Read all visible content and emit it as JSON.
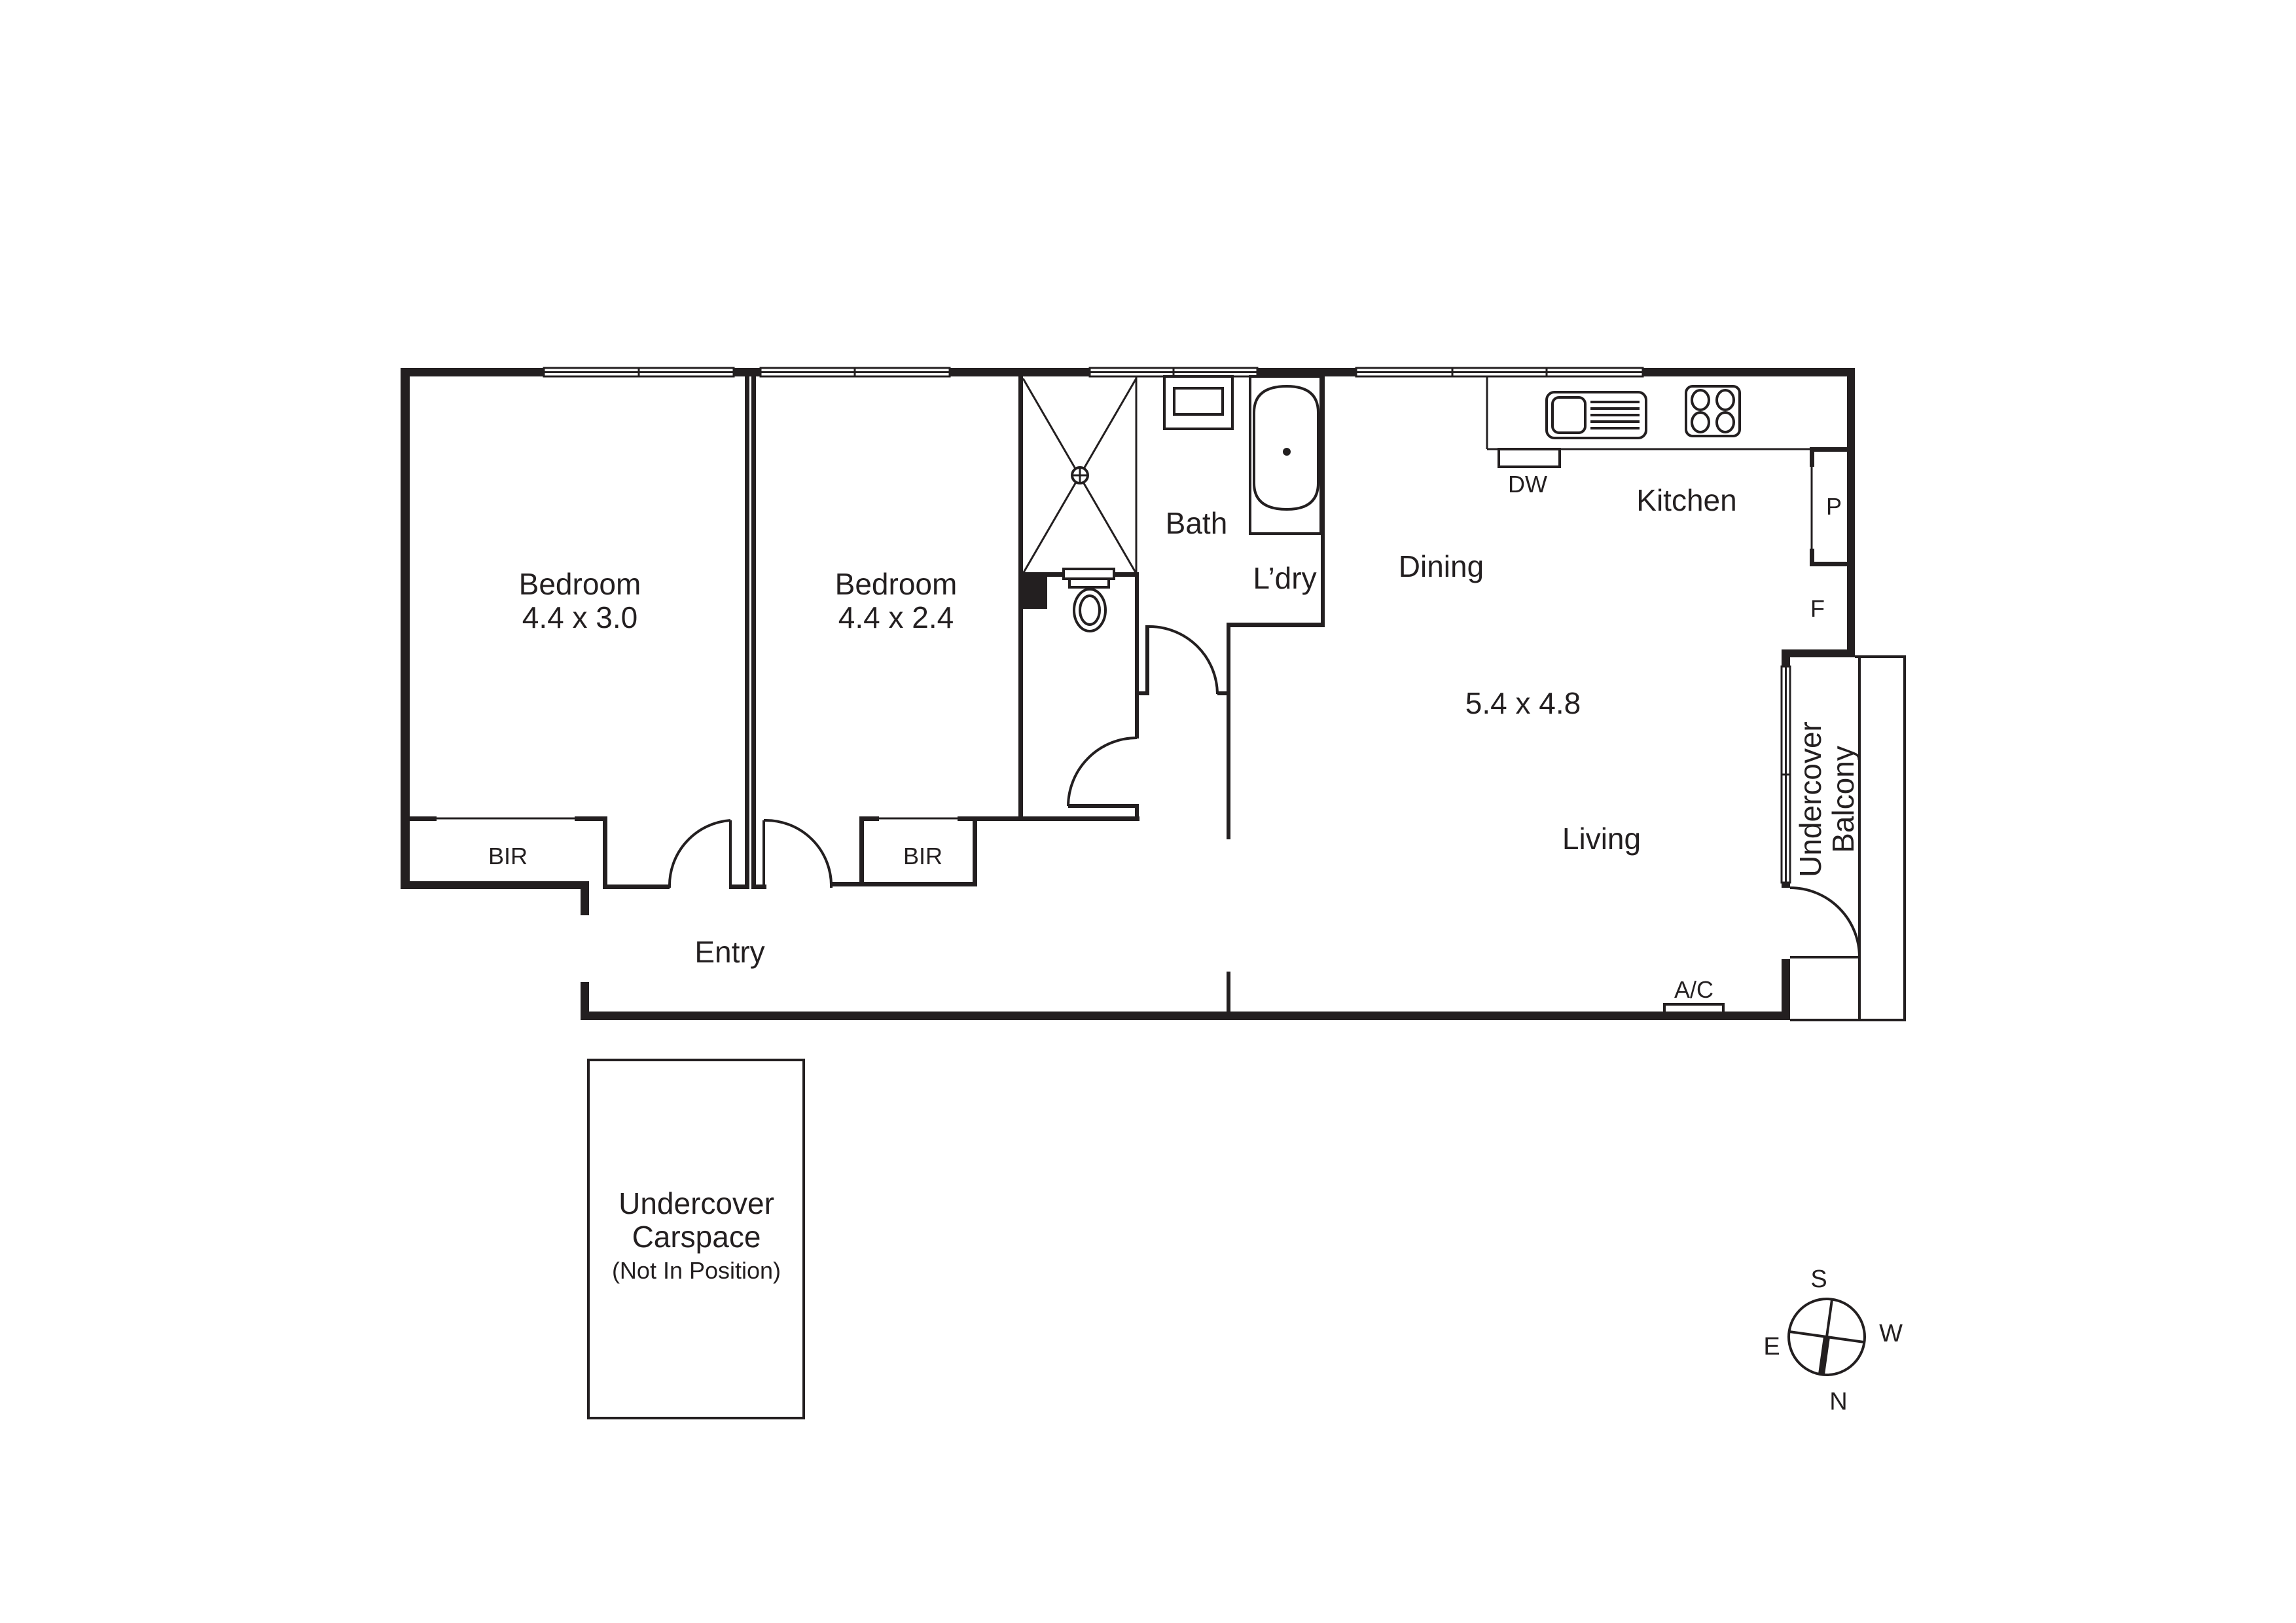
{
  "plan": {
    "colors": {
      "ink": "#231f20",
      "background": "#ffffff"
    },
    "rooms": {
      "bedroom1": {
        "name": "Bedroom",
        "dims": "4.4 x 3.0"
      },
      "bedroom2": {
        "name": "Bedroom",
        "dims": "4.4 x 2.4"
      },
      "bir1": {
        "name": "BIR"
      },
      "bir2": {
        "name": "BIR"
      },
      "bath": {
        "name": "Bath"
      },
      "laundry": {
        "name": "L’dry"
      },
      "entry": {
        "name": "Entry"
      },
      "kitchen": {
        "name": "Kitchen"
      },
      "dining": {
        "name": "Dining"
      },
      "living": {
        "name": "Living",
        "dims": "5.4 x 4.8"
      },
      "balcony": {
        "line1": "Undercover",
        "line2": "Balcony"
      },
      "carspace": {
        "line1": "Undercover",
        "line2": "Carspace",
        "line3": "(Not In Position)"
      }
    },
    "fixtures": {
      "dishwasher": "DW",
      "pantry": "P",
      "fridge": "F",
      "air_conditioner": "A/C"
    },
    "compass": {
      "top": "S",
      "right": "W",
      "bottom": "N",
      "left": "E",
      "needle_rotation_deg": 8
    }
  }
}
